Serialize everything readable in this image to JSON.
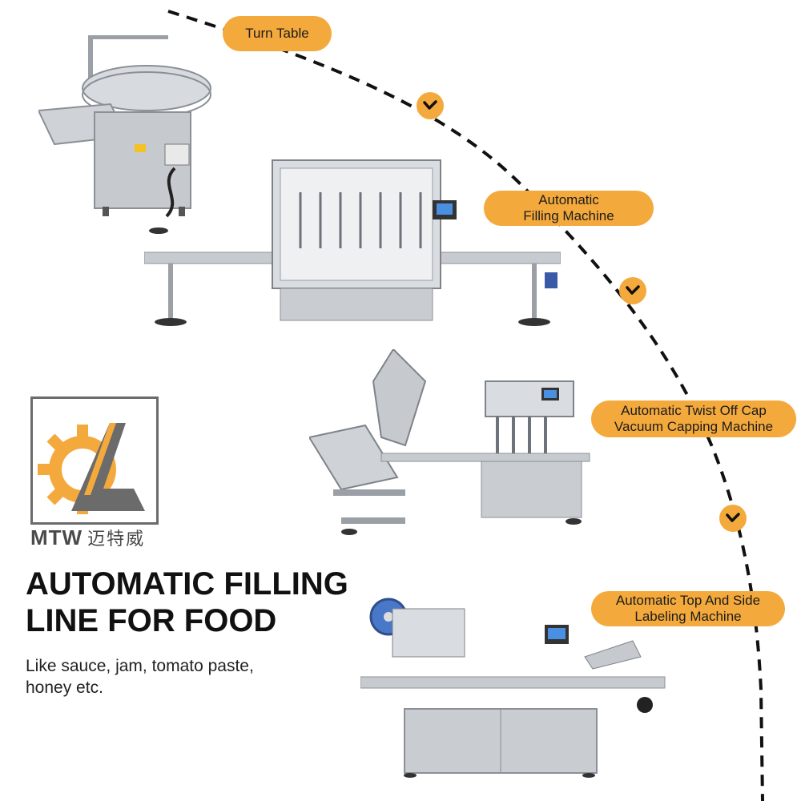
{
  "steps": [
    {
      "label_lines": [
        "Turn Table"
      ]
    },
    {
      "label_lines": [
        "Automatic",
        "Filling Machine"
      ]
    },
    {
      "label_lines": [
        "Automatic Twist Off Cap",
        "Vacuum Capping Machine"
      ]
    },
    {
      "label_lines": [
        "Automatic Top And Side",
        "Labeling Machine"
      ]
    }
  ],
  "checkmarks": [
    "chevron-check-icon",
    "chevron-check-icon",
    "chevron-check-icon"
  ],
  "logo": {
    "brand": "MTW",
    "chinese": "迈特威"
  },
  "headline": {
    "line1": "AUTOMATIC FILLING",
    "line2": "LINE FOR FOOD"
  },
  "subtitle": {
    "line1": "Like sauce, jam, tomato paste,",
    "line2": "honey etc."
  },
  "colors": {
    "accent": "#F4A93C",
    "text": "#111111",
    "logo_gray": "#6b6b6b",
    "steel": "#c9ccd0"
  }
}
